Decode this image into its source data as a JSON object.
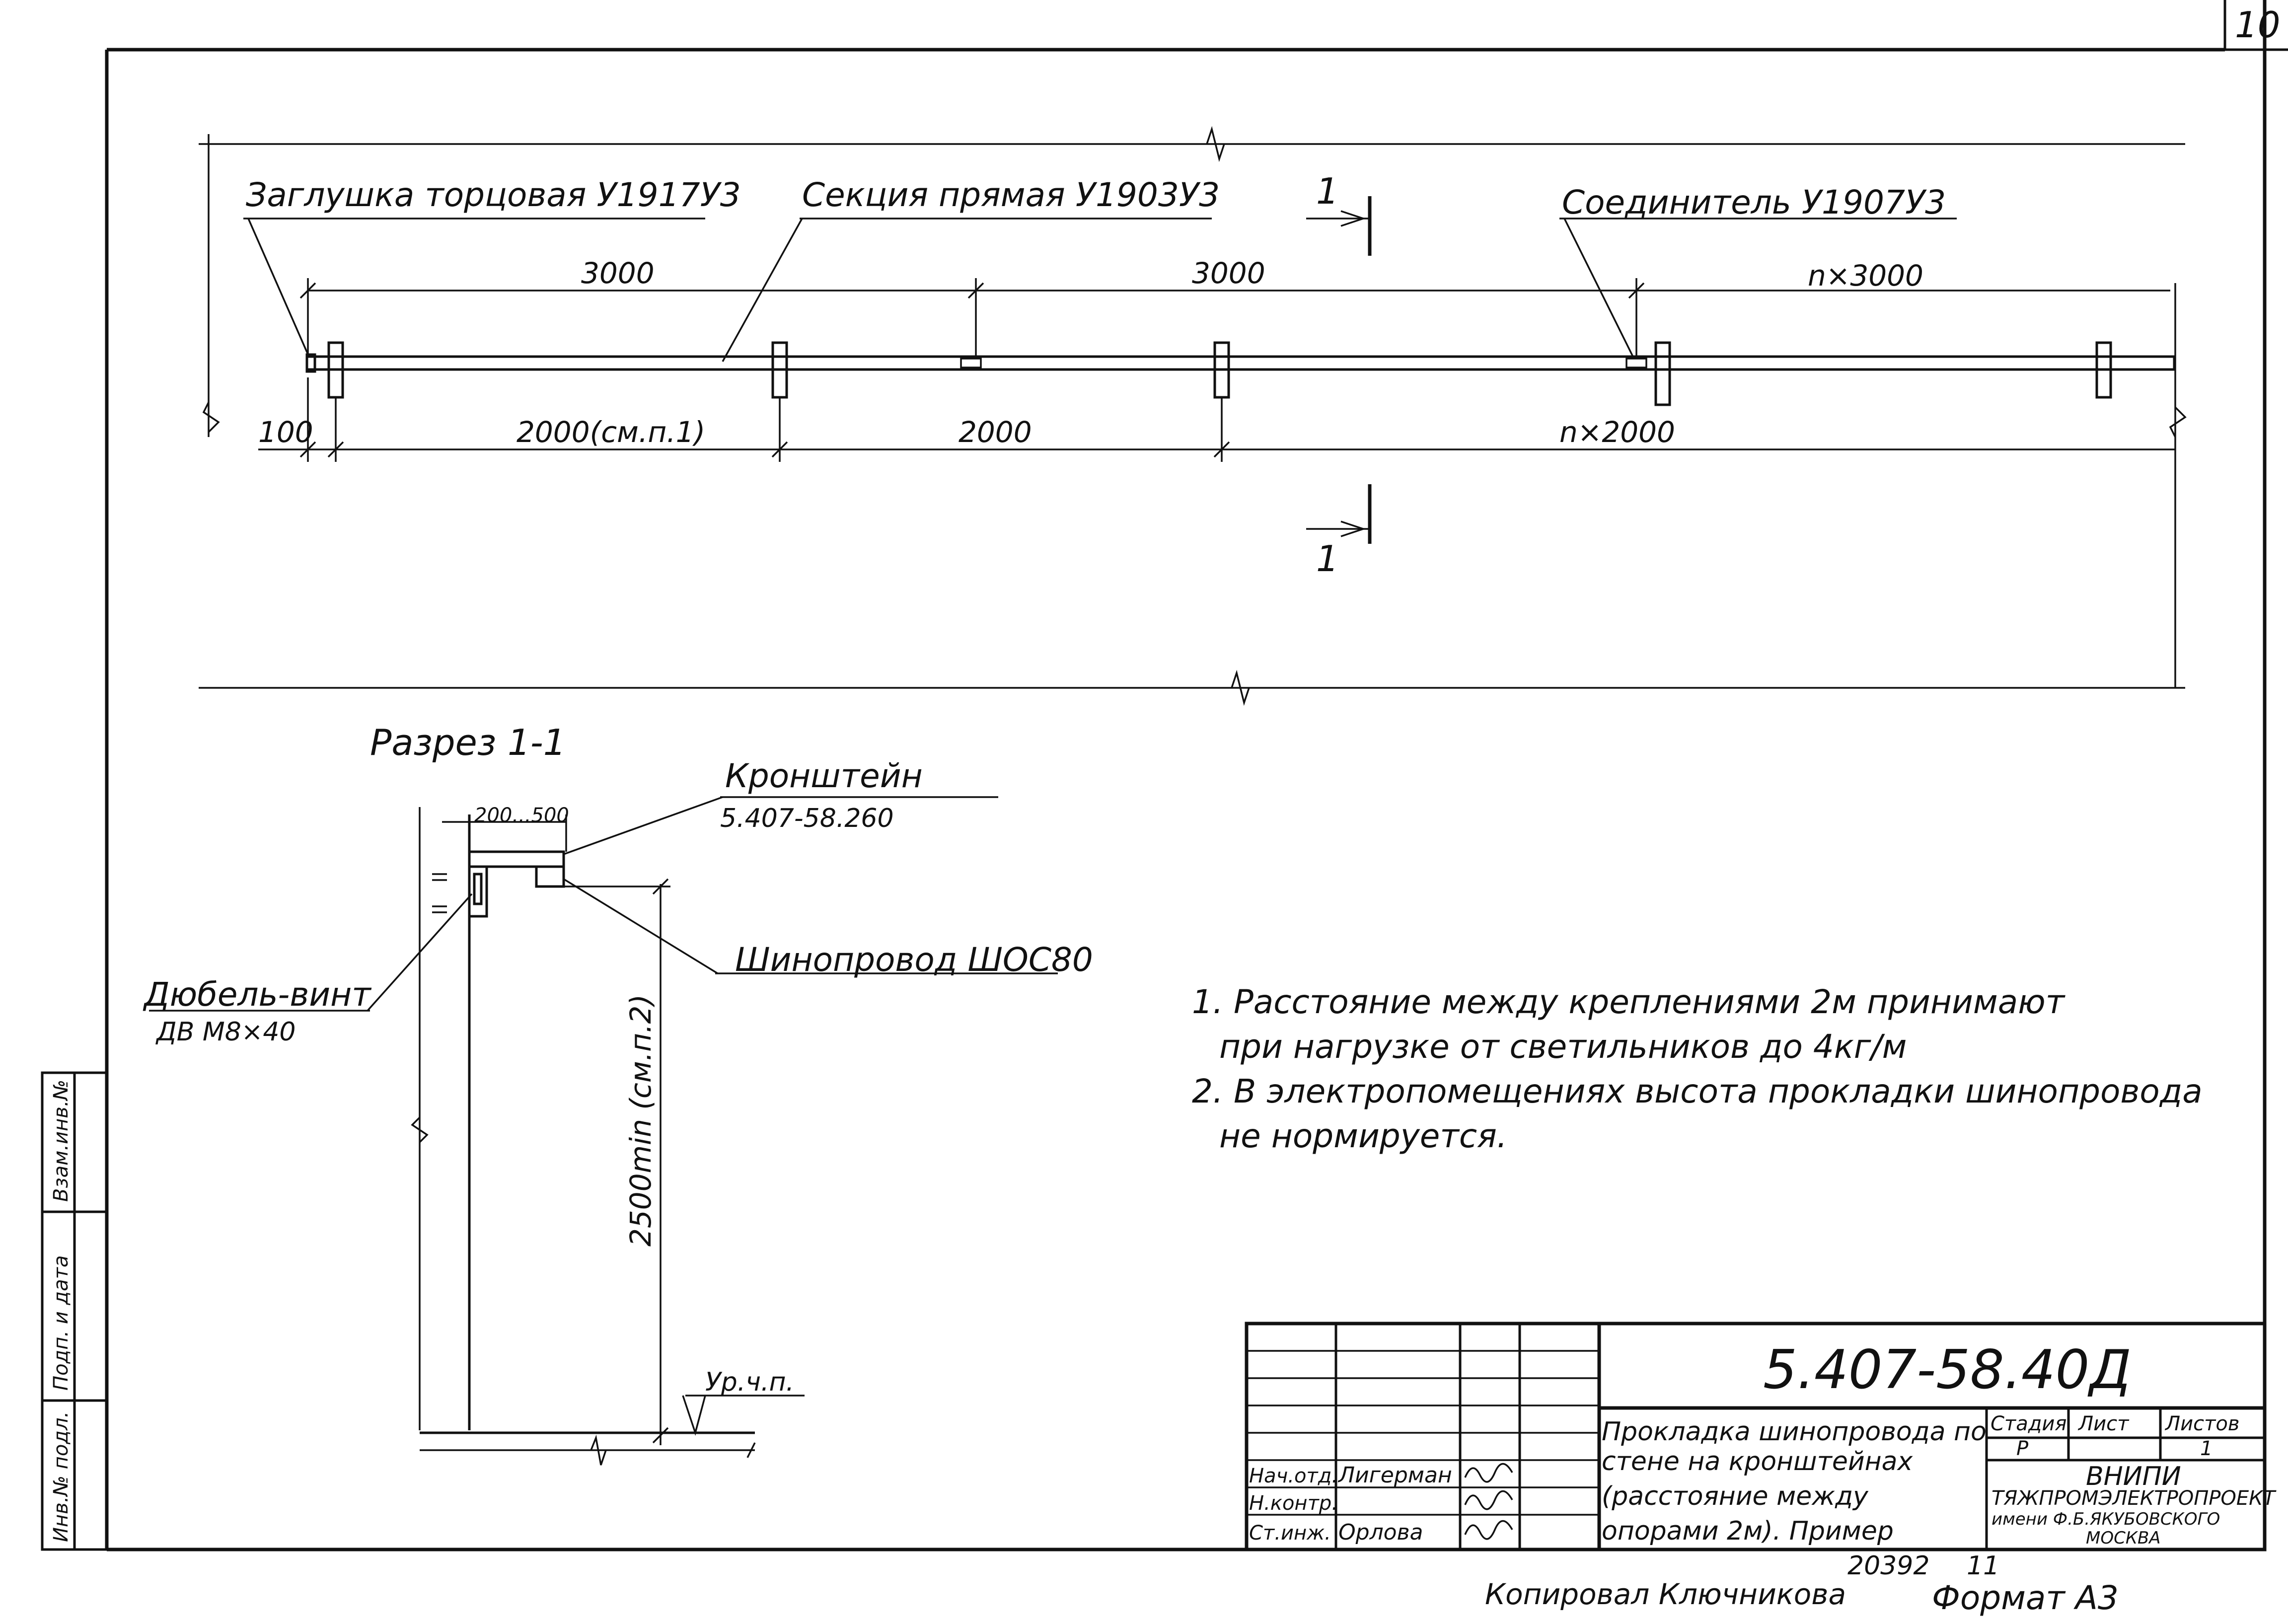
{
  "sheet": {
    "page_number": "10",
    "doc_code": "5.407-58.40Д",
    "title_lines": [
      "Прокладка шинопровода по",
      "стене на кронштейнах",
      "(расстояние между",
      "опорами 2м). Пример"
    ],
    "stage_header": "Стадия",
    "sheet_header": "Лист",
    "sheets_header": "Листов",
    "stage_value": "Р",
    "sheets_value": "1",
    "org_lines": [
      "ВНИПИ",
      "ТЯЖПРОМЭЛЕКТРОПРОЕКТ",
      "имени Ф.Б.ЯКУБОВСКОГО",
      "МОСКВА"
    ],
    "roles": [
      {
        "role": "Нач.отд.",
        "name": "Лигерман"
      },
      {
        "role": "Н.контр.",
        "name": ""
      },
      {
        "role": "Ст.инж.",
        "name": "Орлова"
      }
    ],
    "footer_numbers": [
      "20392",
      "11"
    ],
    "copied_by": "Копировал  Ключникова",
    "format": "Формат А3",
    "side_stamp": [
      "Инв.№ подл.",
      "Подп. и дата",
      "Взам.инв.№"
    ]
  },
  "plan": {
    "labels": {
      "end_cap": "Заглушка торцовая У1917У3",
      "straight_section": "Секция прямая У1903У3",
      "connector": "Соединитель У1907У3"
    },
    "section_marker": "1",
    "top_dims": [
      "3000",
      "3000",
      "n×3000"
    ],
    "bottom_dims": [
      "100",
      "2000(см.п.1)",
      "2000",
      "n×2000"
    ]
  },
  "section": {
    "title": "Разрез 1-1",
    "bracket_label": "Кронштейн",
    "bracket_code": "5.407-58.260",
    "bracket_dim": "200...500",
    "busway_label": "Шинопровод ШОС80",
    "dowel_label": "Дюбель-винт",
    "dowel_code": "ДВ М8×40",
    "height_dim": "2500min (см.п.2)",
    "floor_level": "Ур.ч.п."
  },
  "notes": [
    "1. Расстояние между креплениями 2м принимают",
    "при нагрузке от светильников до 4кг/м",
    "2. В электропомещениях высота прокладки шинопровода",
    "не нормируется."
  ]
}
